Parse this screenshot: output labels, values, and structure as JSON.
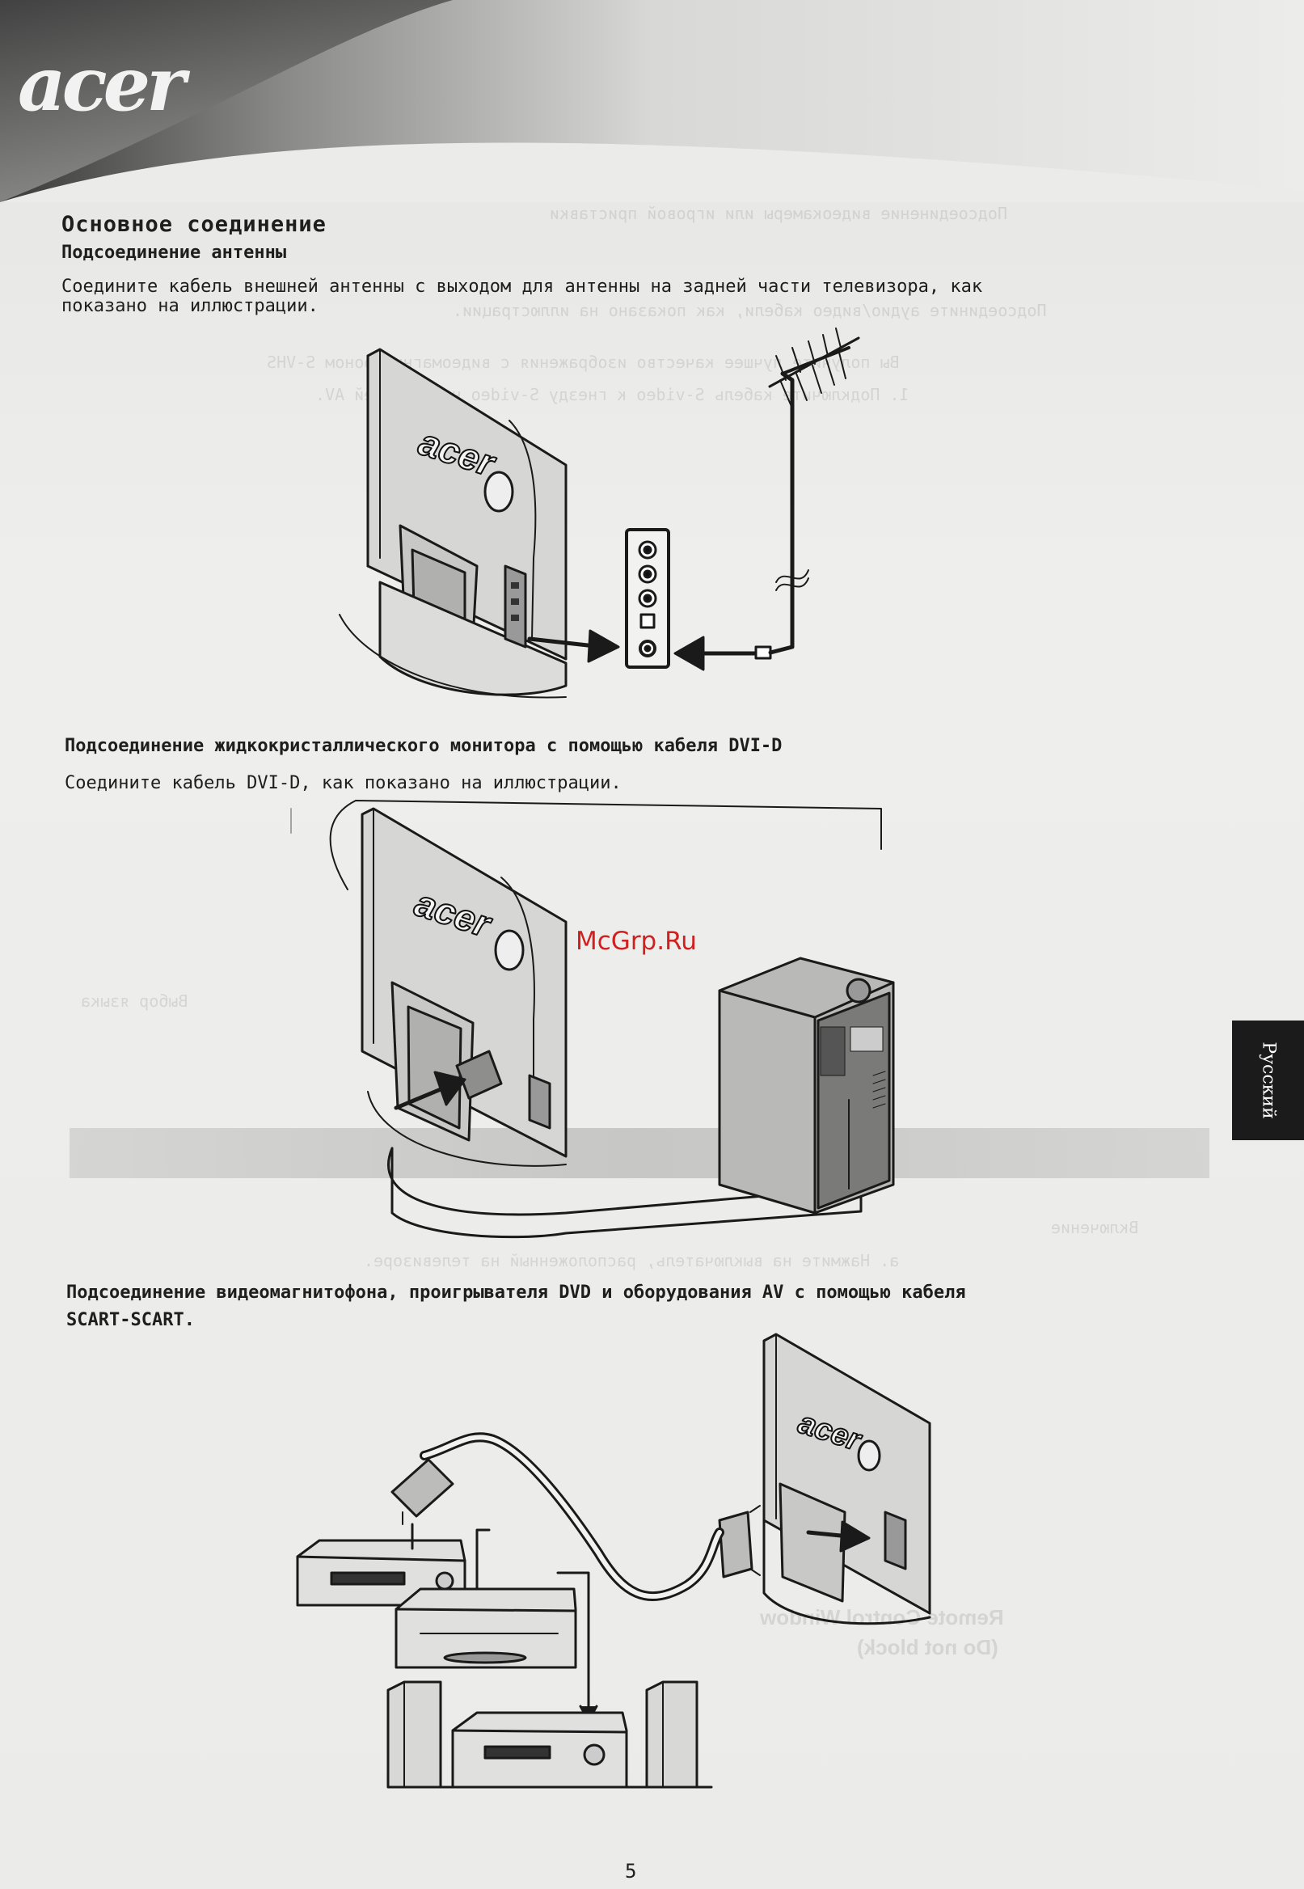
{
  "brand": {
    "logo_text": "acer"
  },
  "sections": {
    "main_heading": "Основное соединение",
    "antenna": {
      "heading": "Подсоединение антенны",
      "body_line1": "Соедините кабель внешней антенны с выходом для антенны на задней части телевизора, как",
      "body_line2": "показано на иллюстрации."
    },
    "dvi": {
      "heading": "Подсоединение жидкокристаллического монитора с помощью кабеля DVI-D",
      "body": "Соедините кабель DVI-D, как показано на иллюстрации."
    },
    "scart": {
      "heading_line1": "Подсоединение видеомагнитофона, проигрывателя DVD и оборудования AV с помощью кабеля",
      "heading_line2": "SCART-SCART."
    }
  },
  "language_tab": "Русский",
  "watermark": "McGrp.Ru",
  "page_number": "5",
  "bleed_through": {
    "line1": "Подсоединение видеокамеры или игровой приставки",
    "line2": "Подсоедините аудио/видео кабели, как показано на иллюстрации.",
    "line3": "Вы получите лучшее качество изображения с видеомагнитофоном S-VHS",
    "line4": "1. Подключите кабель S-video к гнезду S-video на передней AV.",
    "line5": "Включение",
    "line6": "a. Нажмите на выключатель, расположенный на телевизоре.",
    "line7": "Remote Control Window",
    "line8": "(Do not block)",
    "line9": "Выбор языка"
  },
  "figure_labels": {
    "tv_logo": "acer"
  }
}
